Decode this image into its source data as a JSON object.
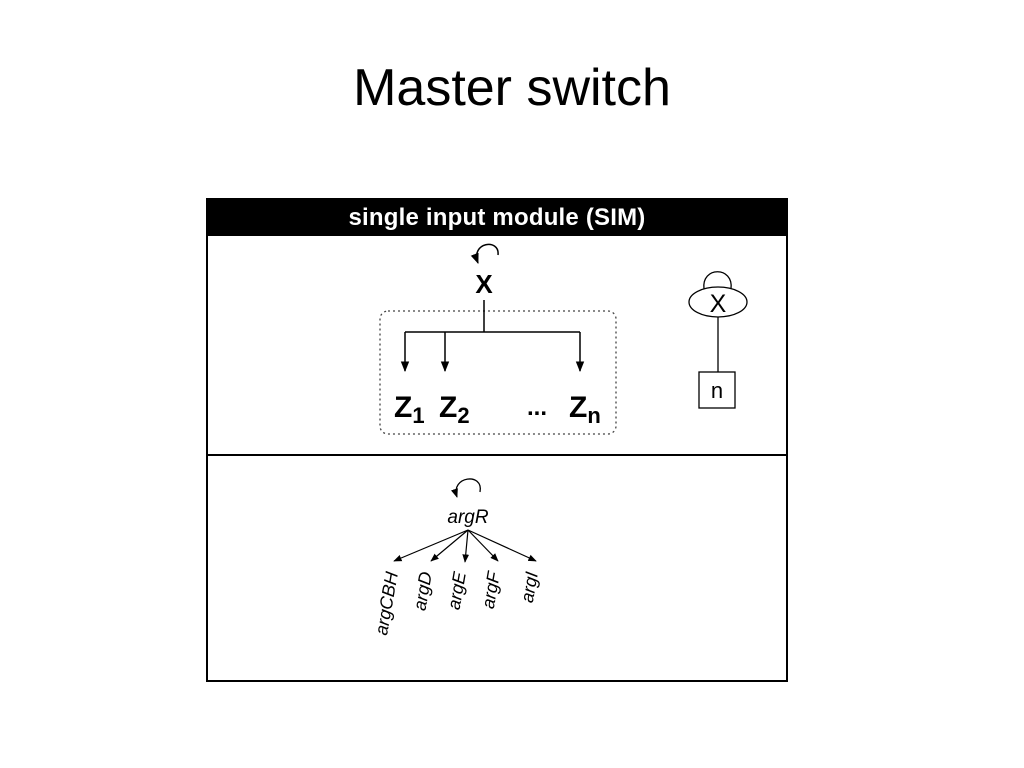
{
  "slide": {
    "title": "Master switch"
  },
  "figure": {
    "header": "single input module (SIM)",
    "motif": {
      "regulator": "X",
      "targets": [
        {
          "base": "Z",
          "sub": "1"
        },
        {
          "base": "Z",
          "sub": "2"
        },
        {
          "base": "Z",
          "sub": "n"
        }
      ],
      "ellipsis": "..."
    },
    "icon": {
      "node": "X",
      "count": "n"
    },
    "example": {
      "regulator": "argR",
      "targets": [
        "argCBH",
        "argD",
        "argE",
        "argF",
        "argI"
      ]
    }
  }
}
